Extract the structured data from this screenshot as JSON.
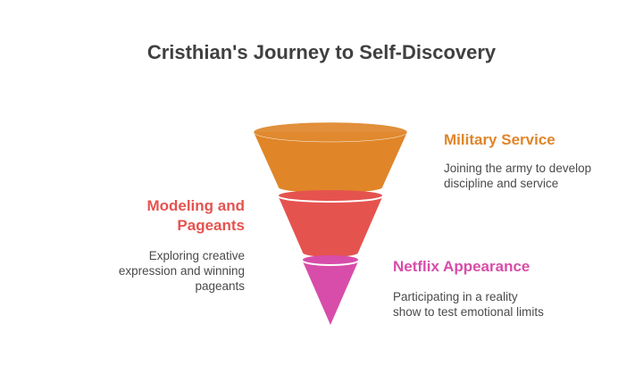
{
  "title": "Cristhian's Journey to Self-Discovery",
  "colors": {
    "military": "#e08528",
    "modeling": "#e5534f",
    "netflix": "#d74da9"
  },
  "stages": [
    {
      "label": "Military Service",
      "description": "Joining the army to develop discipline and service"
    },
    {
      "label": "Modeling and Pageants",
      "description": "Exploring creative expression and winning pageants"
    },
    {
      "label": "Netflix Appearance",
      "description": "Participating in a reality show to test emotional limits"
    }
  ]
}
